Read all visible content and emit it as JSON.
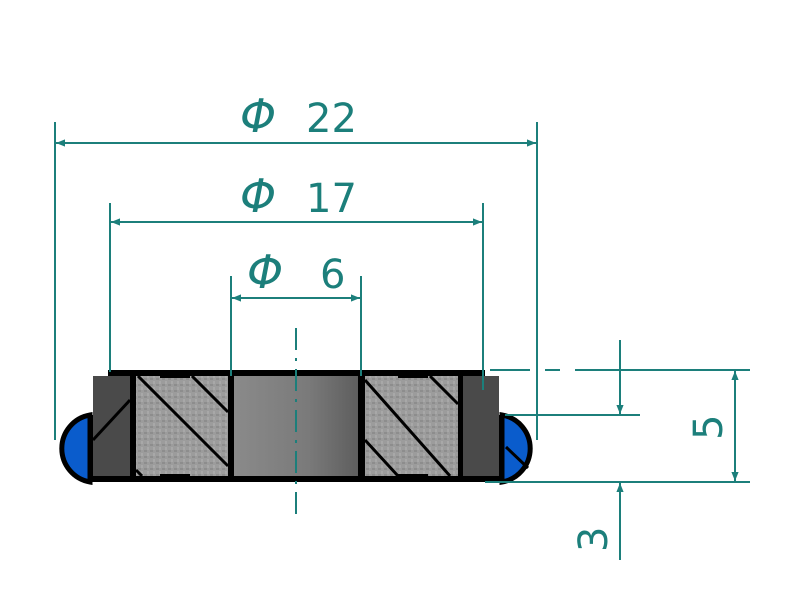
{
  "drawing": {
    "dimensions": {
      "outer_diameter": {
        "symbol": "Φ",
        "value": "22"
      },
      "middle_diameter": {
        "symbol": "Φ",
        "value": "17"
      },
      "bore_diameter": {
        "symbol": "Φ",
        "value": "6"
      },
      "total_height": "5",
      "seal_height": "3"
    },
    "colors": {
      "dimension": "#1c7f7b",
      "seal": "#0a5ccc",
      "ring": "#4a4a4a",
      "insert": "#9a9a9a",
      "bore": "#7d7d7d",
      "outline": "#000000"
    }
  }
}
